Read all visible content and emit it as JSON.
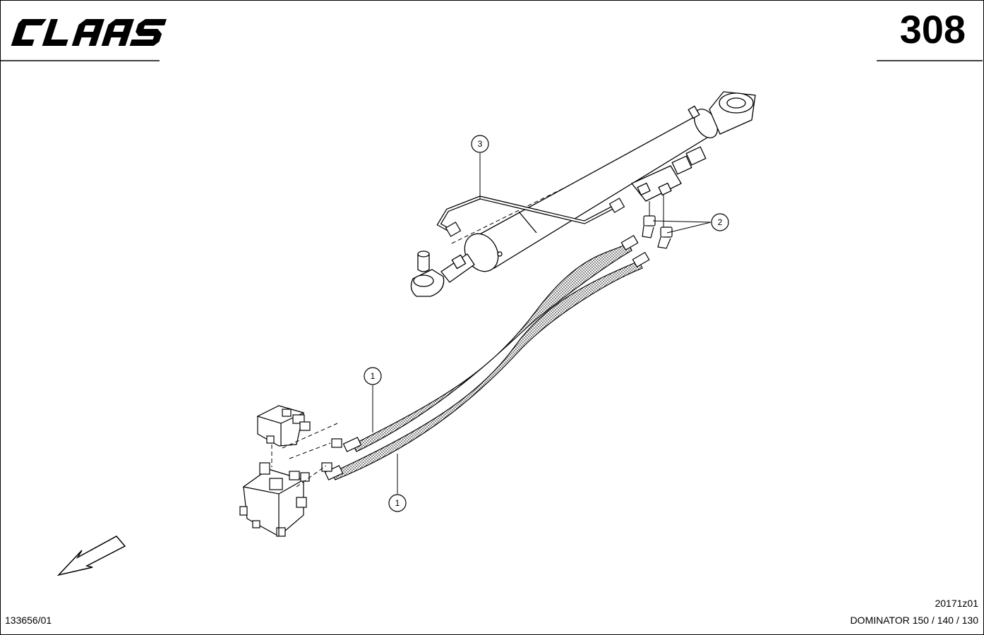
{
  "header": {
    "logo_text": "CLAAS",
    "page_number": "308"
  },
  "callouts": [
    {
      "id": "1"
    },
    {
      "id": "1"
    },
    {
      "id": "2"
    },
    {
      "id": "3"
    }
  ],
  "footer": {
    "drawing_code": "20171z01",
    "doc_number": "133656/01",
    "model": "DOMINATOR 150 / 140 / 130"
  }
}
